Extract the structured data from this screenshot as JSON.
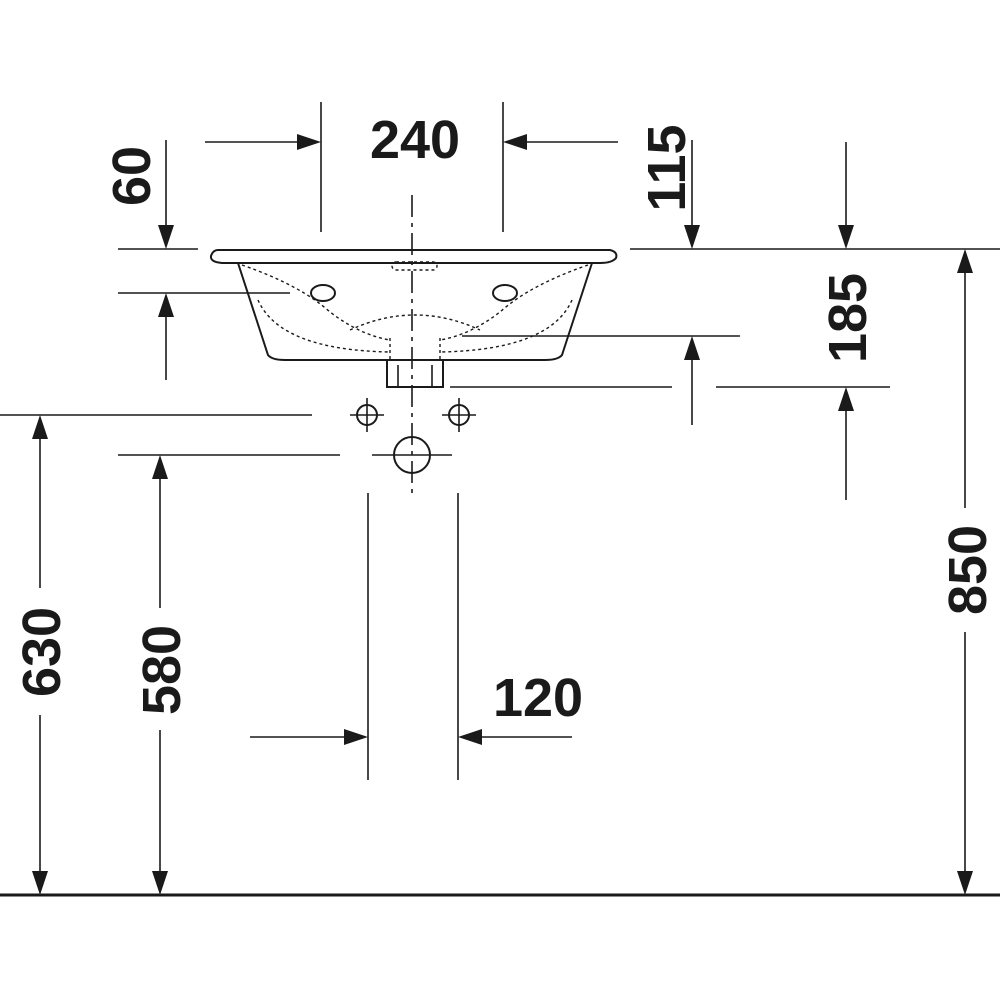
{
  "dimensions": {
    "tap_hole_spacing": "240",
    "rim_to_tap_hole": "60",
    "rim_right_offset": "115",
    "waste_depth": "185",
    "floor_to_supply": "630",
    "floor_to_waste": "580",
    "floor_to_rim": "850",
    "waste_pipe_width": "120"
  },
  "colors": {
    "line": "#1a1a1a",
    "background": "#ffffff"
  }
}
